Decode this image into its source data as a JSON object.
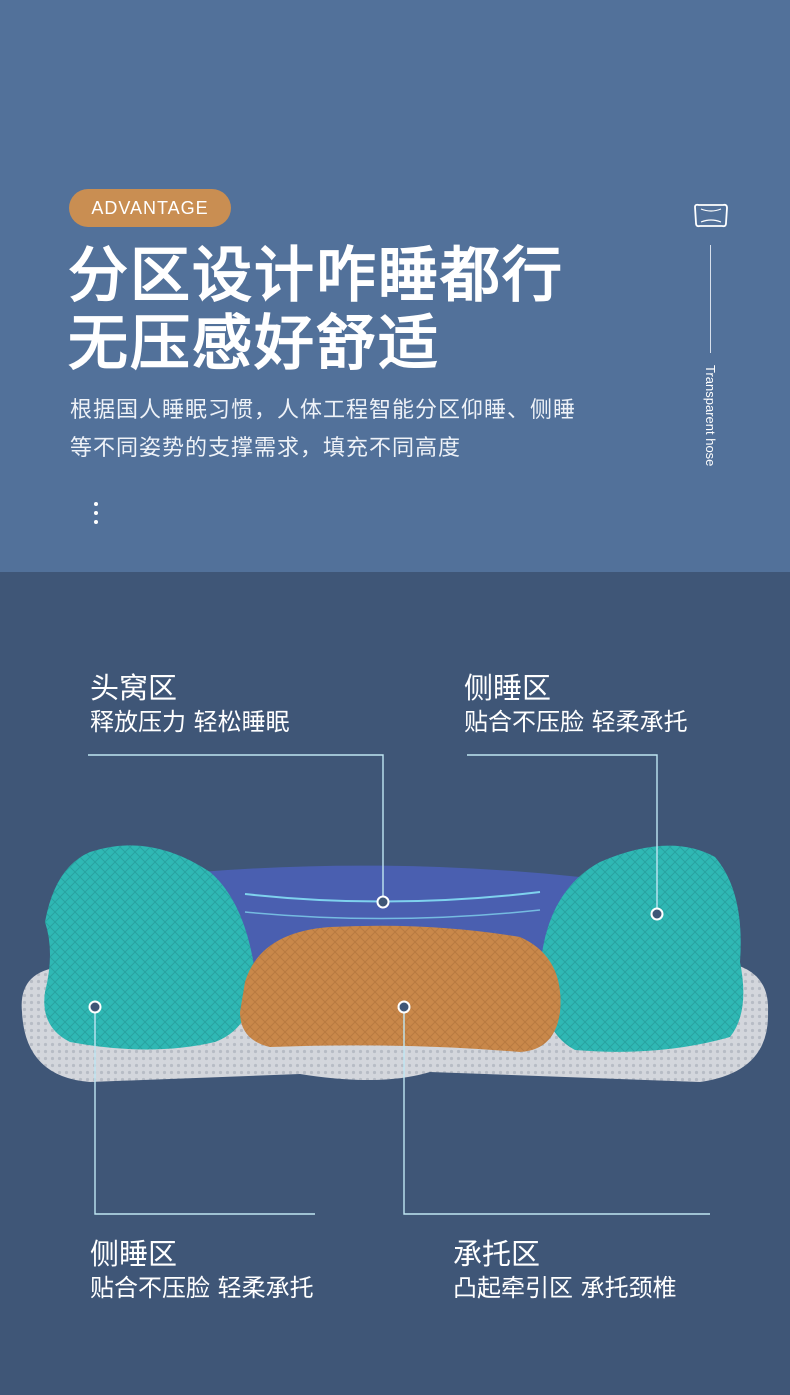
{
  "header": {
    "badge": "ADVANTAGE",
    "headline_line1": "分区设计咋睡都行",
    "headline_line2": "无压感好舒适",
    "desc_line1": "根据国人睡眠习惯，人体工程智能分区仰睡、侧睡",
    "desc_line2": "等不同姿势的支撑需求，填充不同高度"
  },
  "side": {
    "icon": "pillow-icon",
    "label": "Transparent hose"
  },
  "zones": [
    {
      "title": "头窝区",
      "subtitle": "释放压力 轻松睡眠"
    },
    {
      "title": "侧睡区",
      "subtitle": "贴合不压脸 轻柔承托"
    },
    {
      "title": "侧睡区",
      "subtitle": "贴合不压脸 轻柔承托"
    },
    {
      "title": "承托区",
      "subtitle": "凸起牵引区 承托颈椎"
    }
  ],
  "colors": {
    "top_background": "#52719a",
    "bottom_background": "#3f5677",
    "badge": "#c98e52",
    "side_zone": "#2fb8b4",
    "head_zone": "#4a5fb0",
    "support_zone": "#c9884a",
    "leader_line": "#bfe6f2"
  }
}
